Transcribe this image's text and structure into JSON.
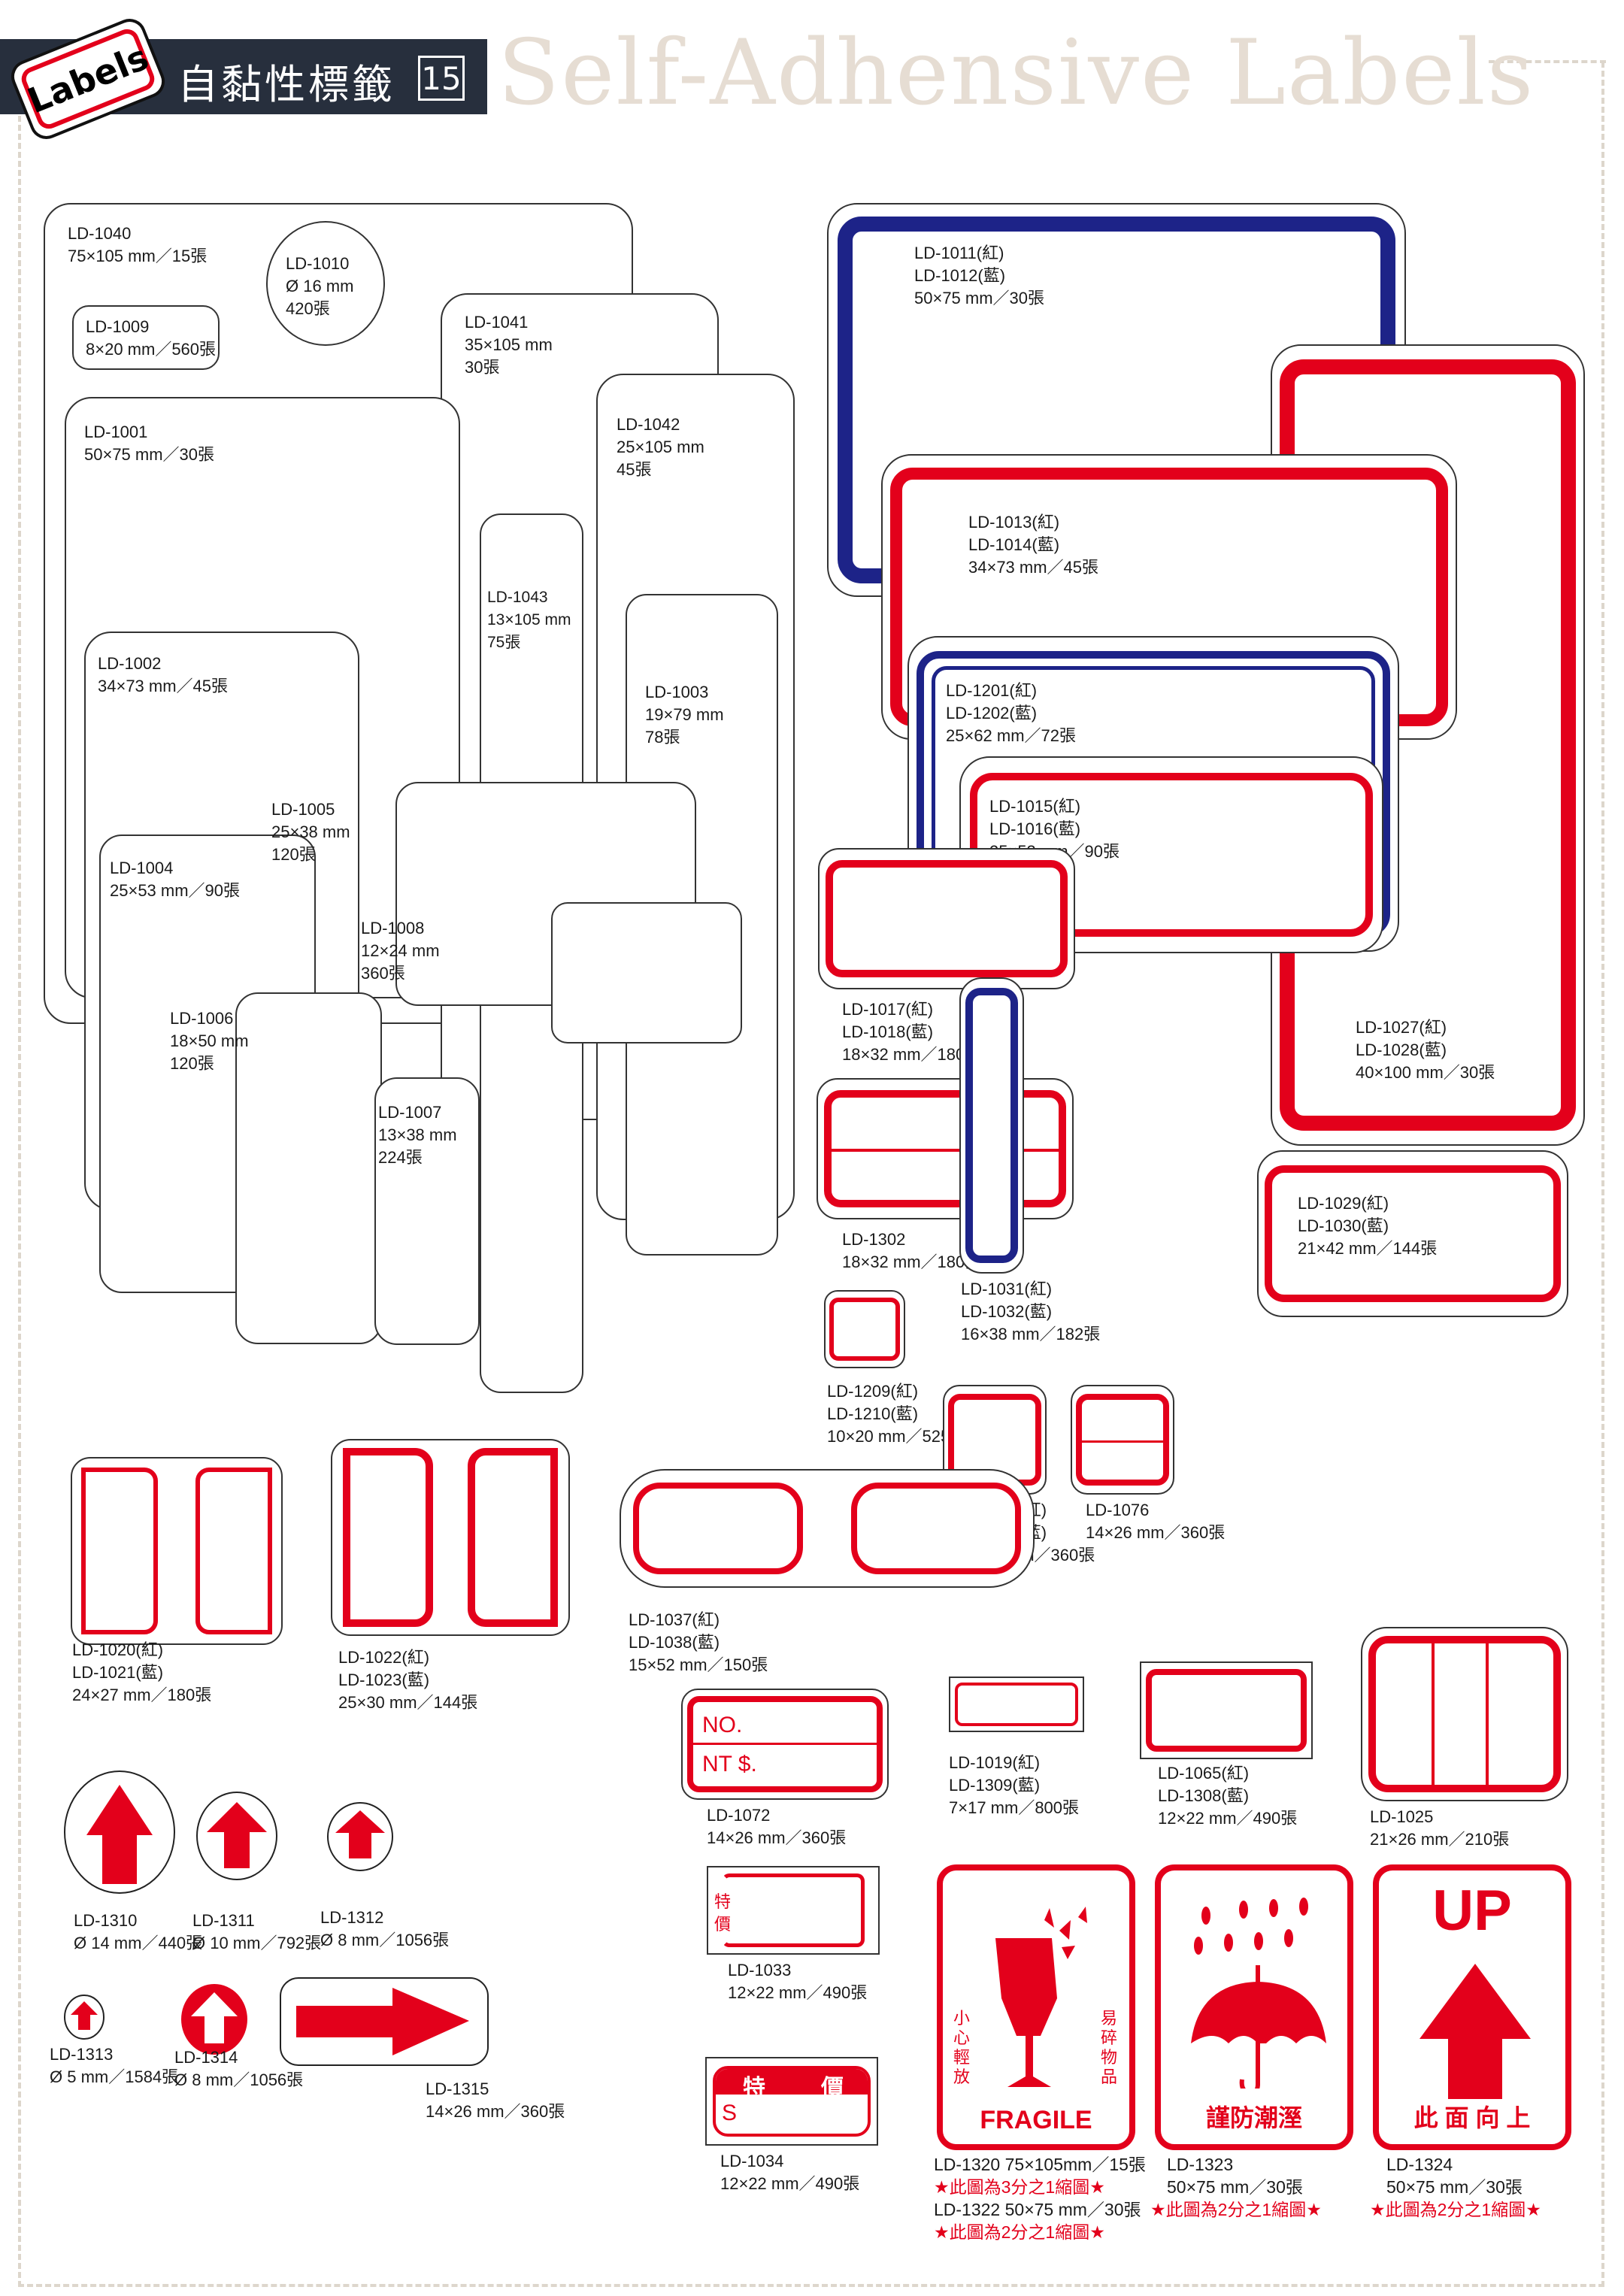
{
  "header": {
    "logo_text": "Labels",
    "title_zh": "自黏性標籤",
    "page_number": "15",
    "title_en": "Self-Adhensive Labels"
  },
  "colors": {
    "red": "#e3001b",
    "blue": "#1d2388",
    "header_bg": "#272f3d",
    "title_en": "#e6ddd3"
  },
  "plain_labels": [
    {
      "id": "ld1040",
      "lines": [
        "LD-1040",
        "75×105 mm／15張"
      ]
    },
    {
      "id": "ld1010",
      "lines": [
        "LD-1010",
        "Ø 16 mm",
        "420張"
      ]
    },
    {
      "id": "ld1009",
      "lines": [
        "LD-1009",
        "8×20 mm／560張"
      ]
    },
    {
      "id": "ld1041",
      "lines": [
        "LD-1041",
        "35×105 mm",
        "30張"
      ]
    },
    {
      "id": "ld1001",
      "lines": [
        "LD-1001",
        "50×75 mm／30張"
      ]
    },
    {
      "id": "ld1042",
      "lines": [
        "LD-1042",
        "25×105 mm",
        "45張"
      ]
    },
    {
      "id": "ld1043",
      "lines": [
        "LD-1043",
        "13×105 mm",
        "75張"
      ]
    },
    {
      "id": "ld1002",
      "lines": [
        "LD-1002",
        "34×73 mm／45張"
      ]
    },
    {
      "id": "ld1003",
      "lines": [
        "LD-1003",
        "19×79 mm",
        "78張"
      ]
    },
    {
      "id": "ld1005",
      "lines": [
        "LD-1005",
        "25×38 mm",
        "120張"
      ]
    },
    {
      "id": "ld1004",
      "lines": [
        "LD-1004",
        "25×53 mm／90張"
      ]
    },
    {
      "id": "ld1008",
      "lines": [
        "LD-1008",
        "12×24 mm",
        "360張"
      ]
    },
    {
      "id": "ld1006",
      "lines": [
        "LD-1006",
        "18×50 mm",
        "120張"
      ]
    },
    {
      "id": "ld1007",
      "lines": [
        "LD-1007",
        "13×38 mm",
        "224張"
      ]
    }
  ],
  "colored_labels": [
    {
      "id": "ld1011",
      "lines": [
        "LD-1011(紅)",
        "LD-1012(藍)",
        "50×75 mm／30張"
      ]
    },
    {
      "id": "ld1013",
      "lines": [
        "LD-1013(紅)",
        "LD-1014(藍)",
        "34×73 mm／45張"
      ]
    },
    {
      "id": "ld1201",
      "lines": [
        "LD-1201(紅)",
        "LD-1202(藍)",
        "25×62 mm／72張"
      ]
    },
    {
      "id": "ld1015",
      "lines": [
        "LD-1015(紅)",
        "LD-1016(藍)",
        "25×53 mm／90張"
      ]
    },
    {
      "id": "ld1017",
      "lines": [
        "LD-1017(紅)",
        "LD-1018(藍)",
        "18×32 mm／180張"
      ]
    },
    {
      "id": "ld1027",
      "lines": [
        "LD-1027(紅)",
        "LD-1028(藍)",
        "40×100 mm／30張"
      ]
    },
    {
      "id": "ld1302",
      "lines": [
        "LD-1302",
        "18×32 mm／180張"
      ]
    },
    {
      "id": "ld1031",
      "lines": [
        "LD-1031(紅)",
        "LD-1032(藍)",
        "16×38 mm／182張"
      ]
    },
    {
      "id": "ld1029",
      "lines": [
        "LD-1029(紅)",
        "LD-1030(藍)",
        "21×42 mm／144張"
      ]
    },
    {
      "id": "ld1209",
      "lines": [
        "LD-1209(紅)",
        "LD-1210(藍)",
        "10×20 mm／525張"
      ]
    },
    {
      "id": "ld1075",
      "lines": [
        "LD-1075(紅)",
        "LD-1220(藍)",
        "14×26 mm／360張"
      ]
    },
    {
      "id": "ld1076",
      "lines": [
        "LD-1076",
        "14×26 mm／360張"
      ]
    },
    {
      "id": "ld1020",
      "lines": [
        "LD-1020(紅)",
        "LD-1021(藍)",
        "24×27 mm／180張"
      ]
    },
    {
      "id": "ld1022",
      "lines": [
        "LD-1022(紅)",
        "LD-1023(藍)",
        "25×30 mm／144張"
      ]
    },
    {
      "id": "ld1037",
      "lines": [
        "LD-1037(紅)",
        "LD-1038(藍)",
        "15×52 mm／150張"
      ]
    },
    {
      "id": "ld1072",
      "lines": [
        "LD-1072",
        "14×26 mm／360張"
      ],
      "content": [
        "NO.",
        "NT $."
      ]
    },
    {
      "id": "ld1019",
      "lines": [
        "LD-1019(紅)",
        "LD-1309(藍)",
        "7×17 mm／800張"
      ]
    },
    {
      "id": "ld1065",
      "lines": [
        "LD-1065(紅)",
        "LD-1308(藍)",
        "12×22 mm／490張"
      ]
    },
    {
      "id": "ld1025",
      "lines": [
        "LD-1025",
        "21×26 mm／210張"
      ]
    },
    {
      "id": "ld1033",
      "lines": [
        "LD-1033",
        "12×22 mm／490張"
      ],
      "content": [
        "特",
        "價"
      ]
    },
    {
      "id": "ld1034",
      "lines": [
        "LD-1034",
        "12×22 mm／490張"
      ],
      "content": [
        "特",
        "價",
        "S"
      ]
    }
  ],
  "arrow_labels": [
    {
      "id": "ld1310",
      "lines": [
        "LD-1310",
        "Ø 14 mm／440張"
      ]
    },
    {
      "id": "ld1311",
      "lines": [
        "LD-1311",
        "Ø 10 mm／792張"
      ]
    },
    {
      "id": "ld1312",
      "lines": [
        "LD-1312",
        "Ø 8 mm／1056張"
      ]
    },
    {
      "id": "ld1313",
      "lines": [
        "LD-1313",
        "Ø 5 mm／1584張"
      ]
    },
    {
      "id": "ld1314",
      "lines": [
        "LD-1314",
        "Ø 8 mm／1056張"
      ]
    },
    {
      "id": "ld1315",
      "lines": [
        "LD-1315",
        "14×26 mm／360張"
      ]
    }
  ],
  "warning_labels": [
    {
      "id": "ld1320",
      "left_text": "小心輕放",
      "right_text": "易碎物品",
      "caption": "FRAGILE",
      "lines": [
        "LD-1320 75×105mm／15張",
        "★此圖為3分之1縮圖★",
        "LD-1322 50×75 mm／30張",
        "★此圖為2分之1縮圖★"
      ]
    },
    {
      "id": "ld1323",
      "caption": "謹防潮溼",
      "lines": [
        "LD-1323",
        "50×75 mm／30張",
        "★此圖為2分之1縮圖★"
      ]
    },
    {
      "id": "ld1324",
      "top_text": "UP",
      "caption": "此 面 向 上",
      "lines": [
        "LD-1324",
        "50×75 mm／30張",
        "★此圖為2分之1縮圖★"
      ]
    }
  ]
}
